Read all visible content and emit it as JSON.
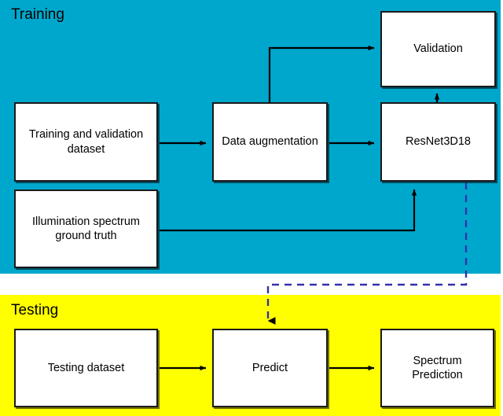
{
  "diagram": {
    "title_internal": "training-and-testing-pipeline",
    "colors": {
      "training_panel": "#00a7cc",
      "testing_panel": "#ffff00",
      "node_fill": "#ffffff",
      "node_border": "#1a1a1a",
      "arrow": "#000000",
      "dashed_arrow": "#3333aa"
    },
    "panels": [
      {
        "id": "training",
        "label": "Training"
      },
      {
        "id": "testing",
        "label": "Testing"
      }
    ],
    "nodes": [
      {
        "id": "train_dataset",
        "label": "Training and validation dataset"
      },
      {
        "id": "illumination",
        "label": "Illumination spectrum ground truth"
      },
      {
        "id": "augmentation",
        "label": "Data augmentation"
      },
      {
        "id": "validation",
        "label": "Validation"
      },
      {
        "id": "resnet",
        "label": "ResNet3D18"
      },
      {
        "id": "testing_dataset",
        "label": "Testing dataset"
      },
      {
        "id": "predict",
        "label": "Predict"
      },
      {
        "id": "spectrum_pred",
        "label": "Spectrum Prediction"
      }
    ],
    "edges": [
      {
        "id": "e1",
        "from": "train_dataset",
        "to": "augmentation",
        "style": "solid",
        "label": ""
      },
      {
        "id": "e2",
        "from": "augmentation",
        "to": "resnet",
        "style": "solid",
        "label": ""
      },
      {
        "id": "e3",
        "from": "augmentation",
        "to": "validation",
        "style": "solid",
        "label": ""
      },
      {
        "id": "e4",
        "from": "resnet",
        "to": "validation",
        "style": "solid",
        "label": ""
      },
      {
        "id": "e5",
        "from": "illumination",
        "to": "resnet",
        "style": "solid",
        "label": ""
      },
      {
        "id": "e6",
        "from": "resnet",
        "to": "predict",
        "style": "dashed",
        "label": ""
      },
      {
        "id": "e7",
        "from": "testing_dataset",
        "to": "predict",
        "style": "solid",
        "label": ""
      },
      {
        "id": "e8",
        "from": "predict",
        "to": "spectrum_pred",
        "style": "solid",
        "label": ""
      }
    ]
  }
}
